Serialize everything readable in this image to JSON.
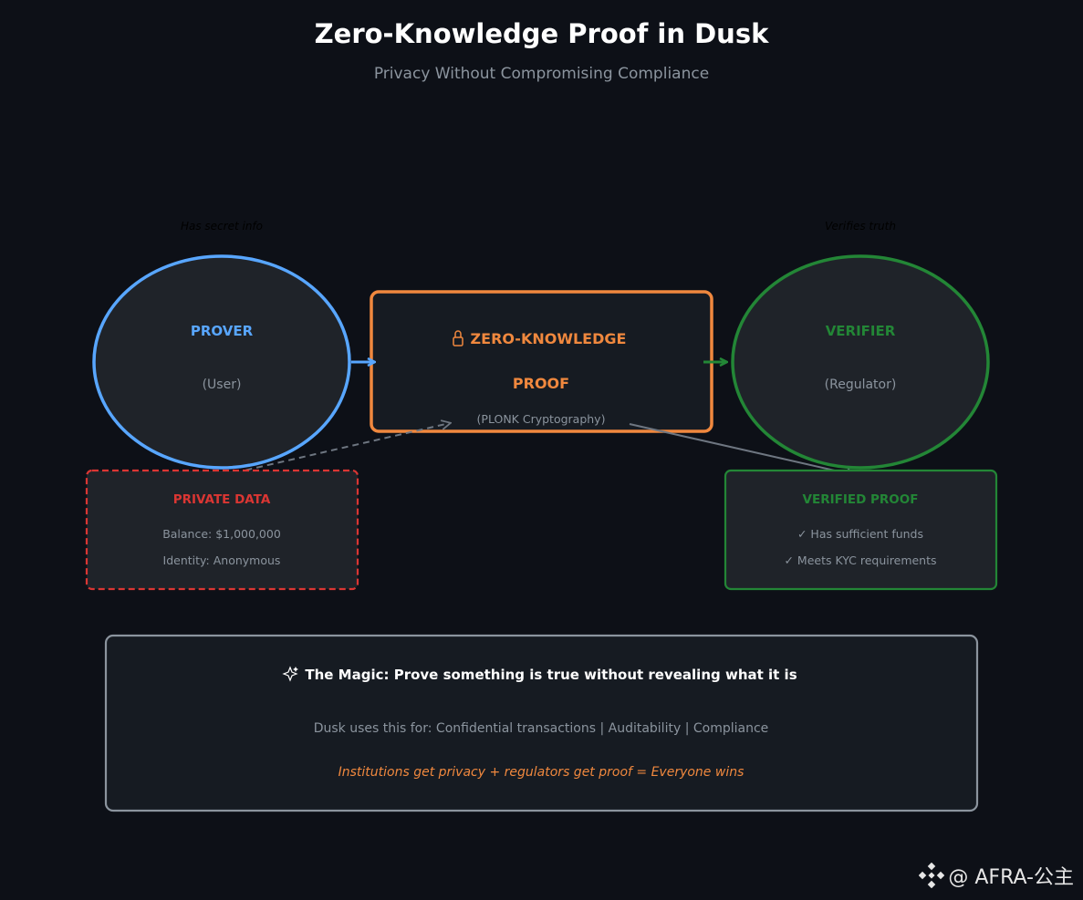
{
  "title": "Zero-Knowledge Proof in Dusk",
  "subtitle": "Privacy Without Compromising Compliance",
  "colors": {
    "background": "#0d1017",
    "prover": "#58a6ff",
    "proof": "#f0883e",
    "verifier": "#238636",
    "private": "#da3633",
    "muted": "#8b949e"
  },
  "prover": {
    "caption": "Has secret info",
    "label": "PROVER",
    "sub": "(User)"
  },
  "verifier": {
    "caption": "Verifies truth",
    "label": "VERIFIER",
    "sub": "(Regulator)"
  },
  "proof": {
    "icon": "lock-icon",
    "line1": "ZERO-KNOWLEDGE",
    "line2": "PROOF",
    "sub": "(PLONK Cryptography)"
  },
  "private_data": {
    "title": "PRIVATE DATA",
    "lines": [
      "Balance: $1,000,000",
      "Identity: Anonymous"
    ]
  },
  "verified_proof": {
    "title": "VERIFIED PROOF",
    "lines": [
      "✓ Has sufficient funds",
      "✓ Meets KYC requirements"
    ]
  },
  "magic": {
    "icon": "sparkles-icon",
    "headline": "The Magic: Prove something is true without revealing what it is",
    "uses": "Dusk uses this for: Confidential transactions | Auditability | Compliance",
    "tagline": "Institutions get privacy + regulators get proof = Everyone wins"
  },
  "watermark": {
    "icon": "binance-logo-icon",
    "text": "@ AFRA-公主"
  }
}
